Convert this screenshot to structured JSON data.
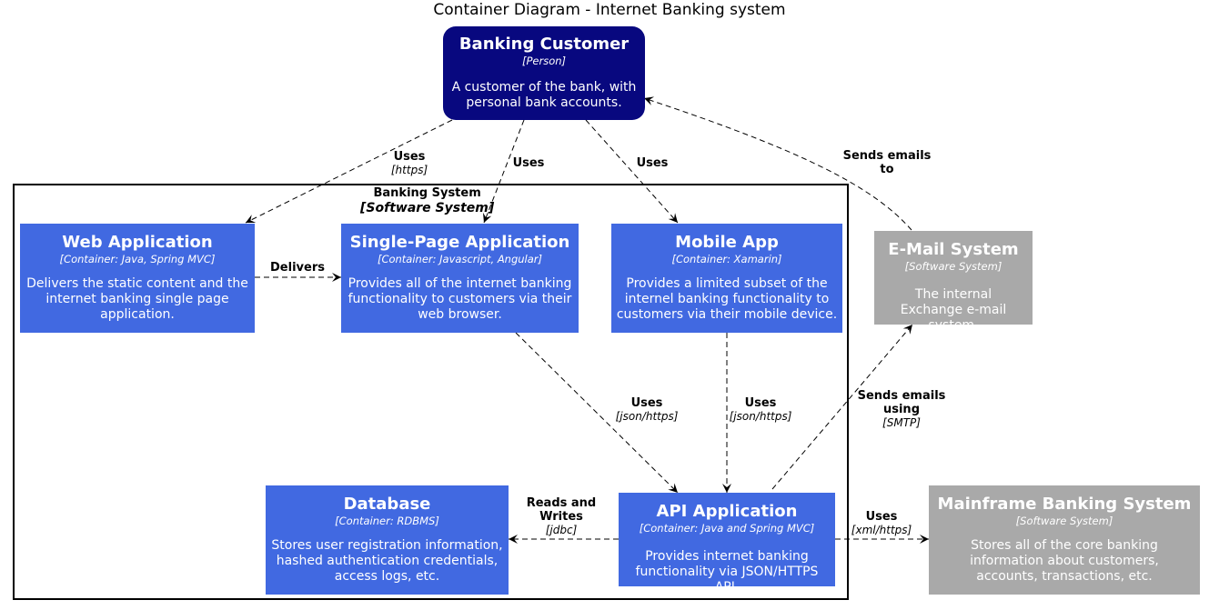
{
  "title": "Container Diagram - Internet Banking system",
  "boundary": {
    "name": "Banking System",
    "type": "[Software System]"
  },
  "nodes": {
    "customer": {
      "name": "Banking Customer",
      "type": "[Person]",
      "desc": "A customer of the bank, with personal bank accounts."
    },
    "web_app": {
      "name": "Web Application",
      "type": "[Container: Java, Spring MVC]",
      "desc": "Delivers the static content and the internet banking single page application."
    },
    "spa": {
      "name": "Single-Page Application",
      "type": "[Container: Javascript, Angular]",
      "desc": "Provides all of the internet banking functionality to customers via their web browser."
    },
    "mobile_app": {
      "name": "Mobile App",
      "type": "[Container: Xamarin]",
      "desc": "Provides a limited subset of the internel banking functionality to customers via their mobile device."
    },
    "email": {
      "name": "E-Mail System",
      "type": "[Software System]",
      "desc": "The internal Exchange e-mail system."
    },
    "database": {
      "name": "Database",
      "type": "[Container: RDBMS]",
      "desc": "Stores user registration information, hashed authentication credentials, access logs, etc."
    },
    "api_app": {
      "name": "API Application",
      "type": "[Container: Java and Spring MVC]",
      "desc": "Provides internet banking functionality via JSON/HTTPS API."
    },
    "mainframe": {
      "name": "Mainframe Banking System",
      "type": "[Software System]",
      "desc": "Stores all of the core banking information about customers, accounts, transactions, etc."
    }
  },
  "relations": {
    "customer_web": {
      "label": "Uses",
      "tech": "[https]"
    },
    "customer_spa": {
      "label": "Uses",
      "tech": ""
    },
    "customer_mobile": {
      "label": "Uses",
      "tech": ""
    },
    "email_customer": {
      "label": "Sends emails to",
      "tech": ""
    },
    "web_spa": {
      "label": "Delivers",
      "tech": ""
    },
    "spa_api": {
      "label": "Uses",
      "tech": "[json/https]"
    },
    "mobile_api": {
      "label": "Uses",
      "tech": "[json/https]"
    },
    "api_email": {
      "label": "Sends emails using",
      "tech": "[SMTP]"
    },
    "api_db": {
      "label": "Reads and Writes",
      "tech": "[jdbc]"
    },
    "api_mainframe": {
      "label": "Uses",
      "tech": "[xml/https]"
    }
  },
  "colors": {
    "container": "#4169e1",
    "external": "#a9a9a9",
    "person": "#08087f",
    "boundary": "#000000"
  }
}
